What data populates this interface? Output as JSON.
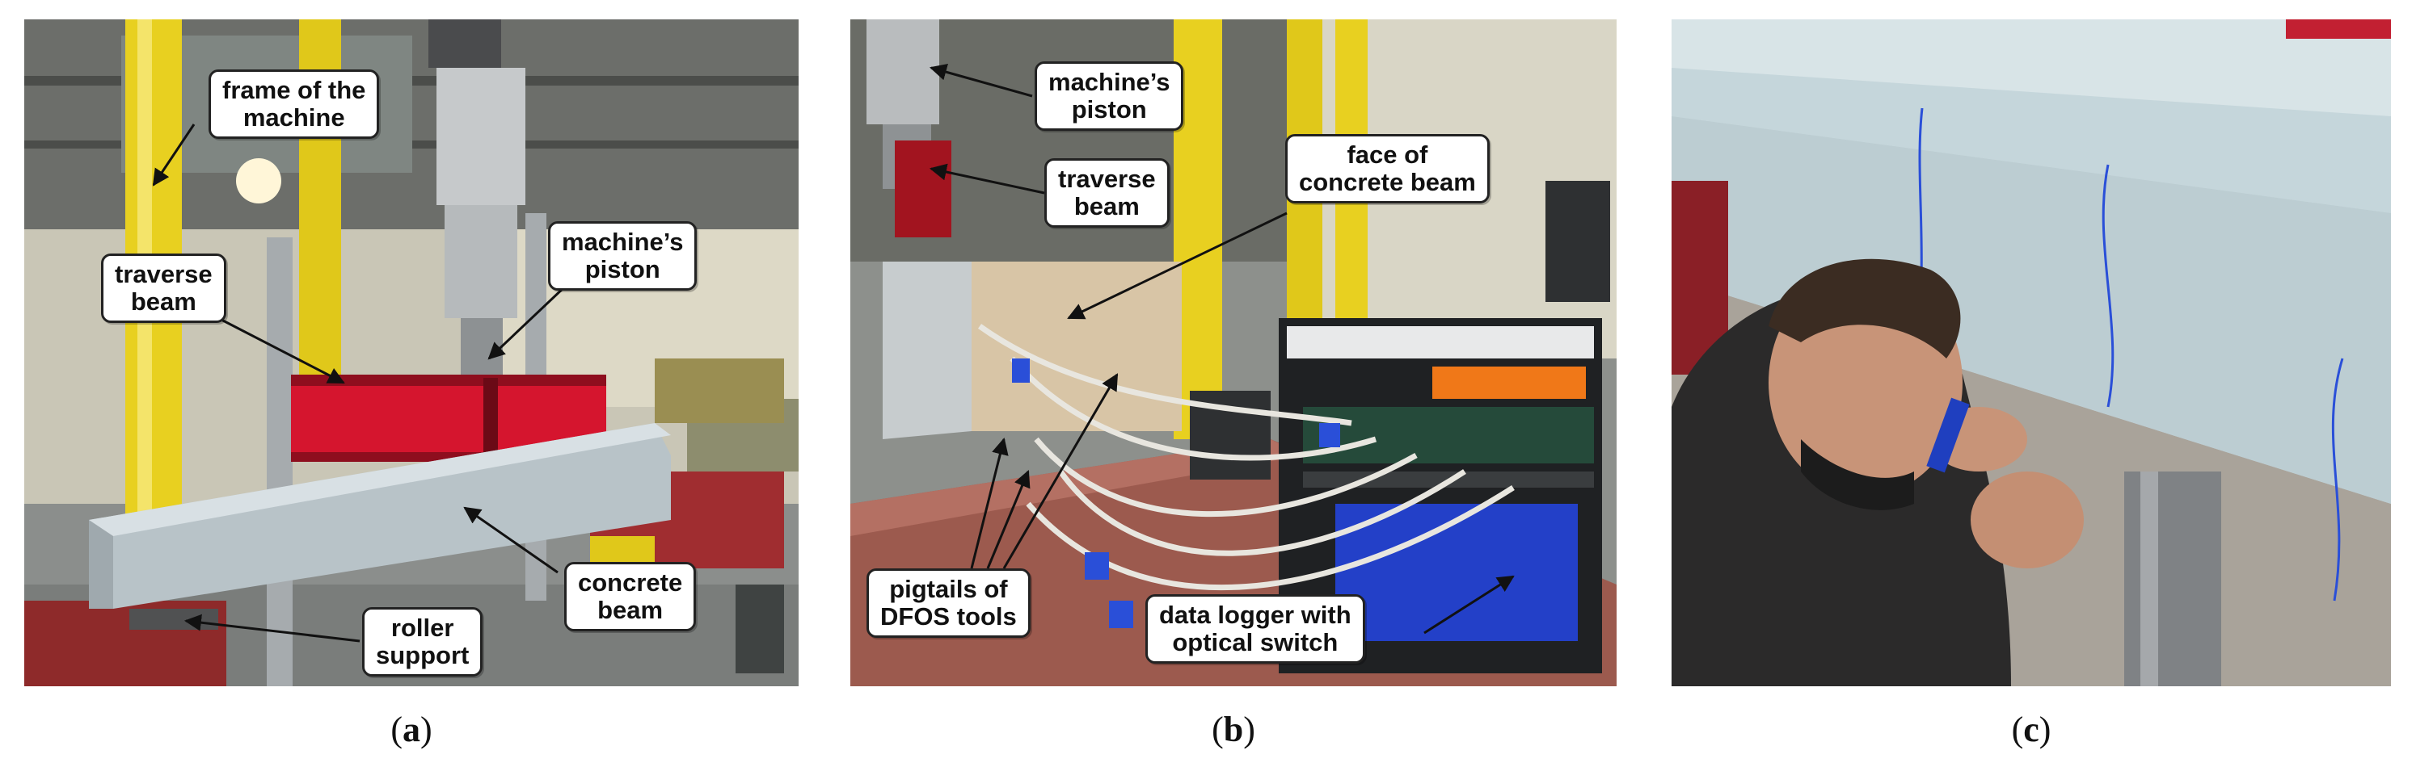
{
  "panels": [
    {
      "label_letter": "a",
      "callouts": {
        "frame": [
          "frame of the",
          "machine"
        ],
        "piston": [
          "machine’s",
          "piston"
        ],
        "traverse": [
          "traverse",
          "beam"
        ],
        "concrete": [
          "concrete",
          "beam"
        ],
        "roller": [
          "roller",
          "support"
        ]
      }
    },
    {
      "label_letter": "b",
      "callouts": {
        "piston": [
          "machine’s",
          "piston"
        ],
        "traverse": [
          "traverse",
          "beam"
        ],
        "face": [
          "face of",
          "concrete beam"
        ],
        "pigtails": [
          "pigtails of",
          "DFOS tools"
        ],
        "logger": [
          "data logger with",
          "optical switch"
        ]
      }
    },
    {
      "label_letter": "c"
    }
  ],
  "colors": {
    "traverse_beam_red": "#d5152e",
    "frame_yellow": "#e8d020",
    "concrete_gray": "#b8c3c8",
    "optical_switch_orange": "#f07818",
    "fiber_blue": "#2a4fd8"
  }
}
